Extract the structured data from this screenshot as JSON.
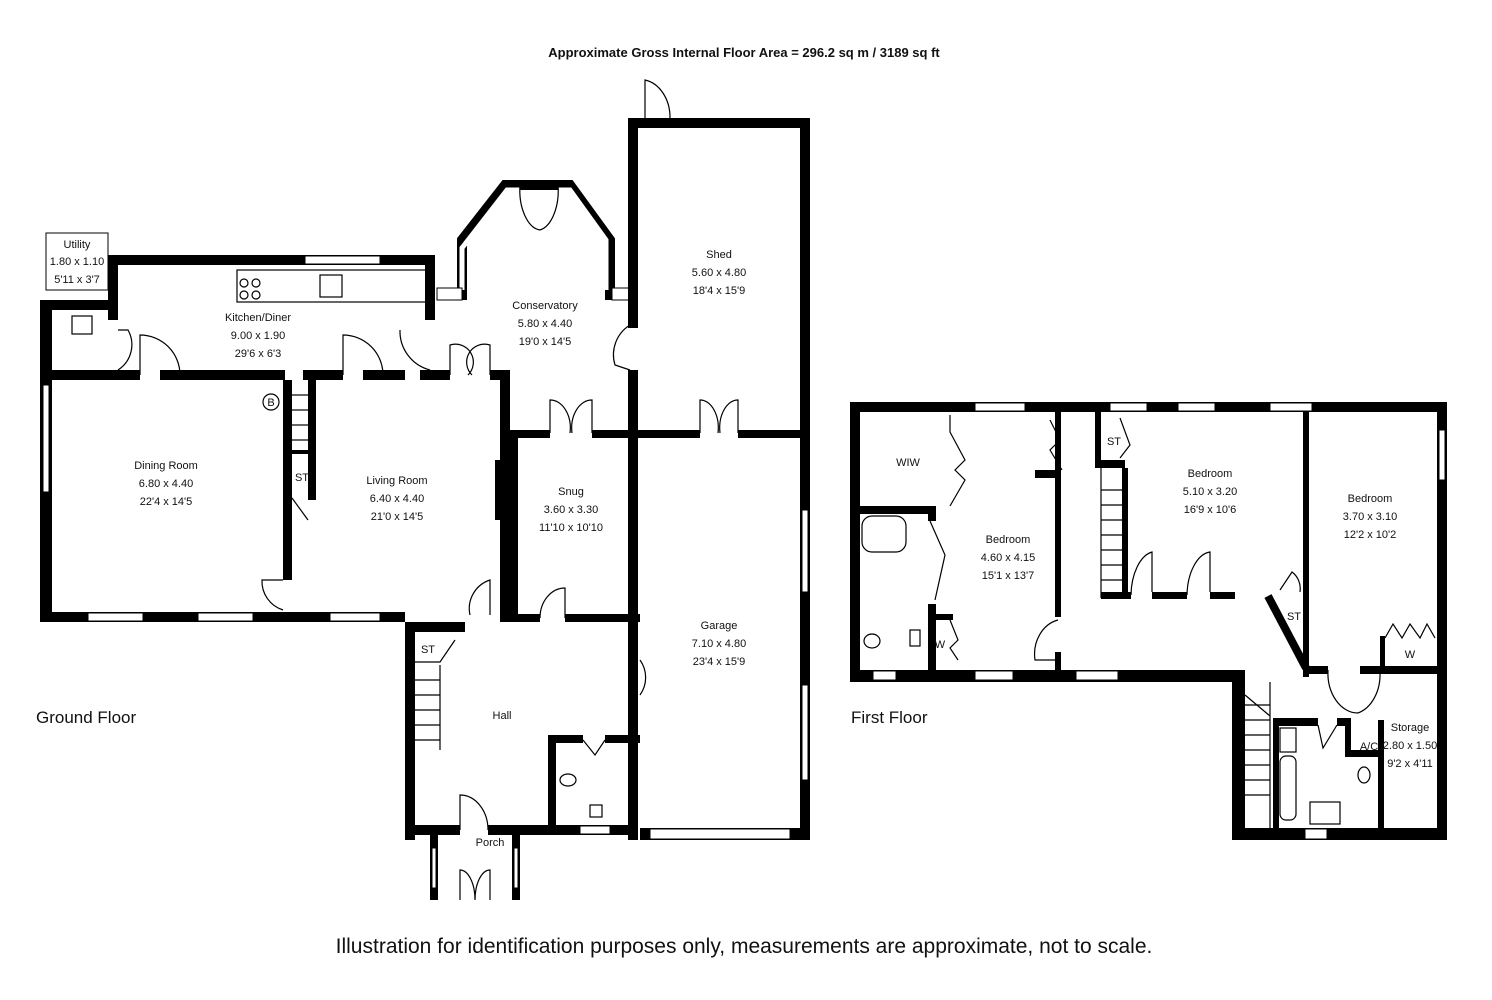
{
  "header": "Approximate Gross Internal Floor Area  = 296.2 sq m  / 3189 sq ft",
  "footer": "Illustration for identification purposes only, measurements are approximate, not to scale.",
  "ground_floor": {
    "label": "Ground Floor",
    "rooms": [
      {
        "name": "Utility",
        "metric": "1.80 x 1.10",
        "imperial": "5'11 x 3'7"
      },
      {
        "name": "Kitchen/Diner",
        "metric": "9.00 x 1.90",
        "imperial": "29'6 x 6'3"
      },
      {
        "name": "Conservatory",
        "metric": "5.80 x 4.40",
        "imperial": "19'0 x 14'5"
      },
      {
        "name": "Shed",
        "metric": "5.60 x 4.80",
        "imperial": "18'4 x 15'9"
      },
      {
        "name": "Dining Room",
        "metric": "6.80 x 4.40",
        "imperial": "22'4 x 14'5"
      },
      {
        "name": "Living Room",
        "metric": "6.40 x 4.40",
        "imperial": "21'0 x 14'5"
      },
      {
        "name": "Snug",
        "metric": "3.60 x 3.30",
        "imperial": "11'10 x 10'10"
      },
      {
        "name": "Garage",
        "metric": "7.10 x 4.80",
        "imperial": "23'4 x 15'9"
      },
      {
        "name": "Hall"
      },
      {
        "name": "Porch"
      }
    ],
    "markers": {
      "st1": "ST",
      "st2": "ST",
      "boiler": "B"
    }
  },
  "first_floor": {
    "label": "First Floor",
    "rooms": [
      {
        "name": "Bedroom",
        "metric": "4.60 x 4.15",
        "imperial": "15'1 x 13'7"
      },
      {
        "name": "Bedroom",
        "metric": "5.10 x 3.20",
        "imperial": "16'9 x 10'6"
      },
      {
        "name": "Bedroom",
        "metric": "3.70 x 3.10",
        "imperial": "12'2 x 10'2"
      },
      {
        "name": "Storage",
        "metric": "2.80 x 1.50",
        "imperial": "9'2 x 4'11"
      }
    ],
    "markers": {
      "wiw": "WIW",
      "w1": "W",
      "w2": "W",
      "st1": "ST",
      "st2": "ST",
      "ac": "A/C"
    }
  }
}
